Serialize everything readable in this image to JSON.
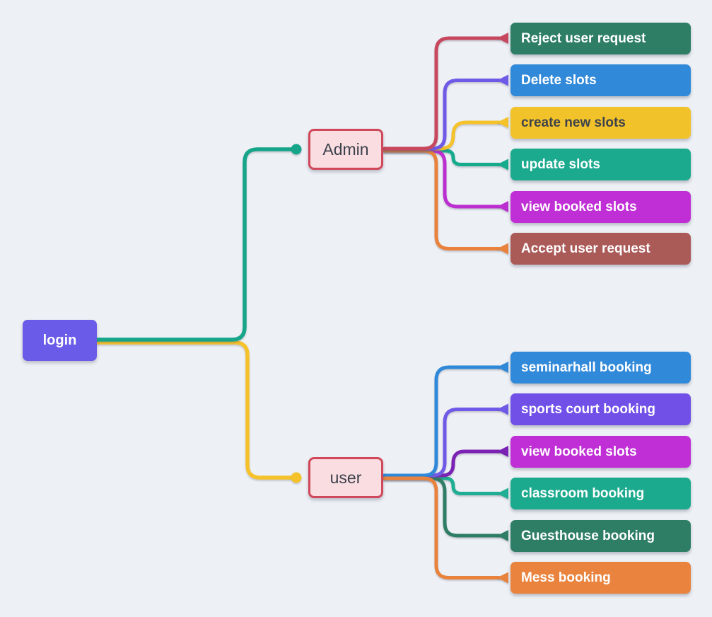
{
  "canvas": {
    "background": "#edf1f5"
  },
  "root": {
    "label": "login",
    "bg": "#6a5be8",
    "text_color": "#ffffff"
  },
  "branches": [
    {
      "label": "Admin",
      "node_bg": "#f9dde1",
      "node_border": "#d0485a",
      "node_text_color": "#3c414b",
      "trunk_color": "#17a58a",
      "children": [
        {
          "label": "Reject user request",
          "bg": "#2e7e66",
          "text_color": "#ffffff",
          "line_color": "#c7485e"
        },
        {
          "label": "Delete slots",
          "bg": "#3189d9",
          "text_color": "#ffffff",
          "line_color": "#6f5ae8"
        },
        {
          "label": "create new slots",
          "bg": "#f2c22a",
          "text_color": "#3e434b",
          "line_color": "#f5c22b"
        },
        {
          "label": "update slots",
          "bg": "#1caa8e",
          "text_color": "#ffffff",
          "line_color": "#17ab8d"
        },
        {
          "label": "view booked slots",
          "bg": "#c02ed6",
          "text_color": "#ffffff",
          "line_color": "#bb2fd0"
        },
        {
          "label": "Accept user request",
          "bg": "#aa5a57",
          "text_color": "#ffffff",
          "line_color": "#e8823c"
        }
      ]
    },
    {
      "label": "user",
      "node_bg": "#f9dde1",
      "node_border": "#d0485a",
      "node_text_color": "#3c414b",
      "trunk_color": "#f5c22b",
      "children": [
        {
          "label": "seminarhall booking",
          "bg": "#3189d9",
          "text_color": "#ffffff",
          "line_color": "#2f88d8"
        },
        {
          "label": "sports court booking",
          "bg": "#7150e8",
          "text_color": "#ffffff",
          "line_color": "#6f5ae8"
        },
        {
          "label": "view booked slots",
          "bg": "#c02ed6",
          "text_color": "#ffffff",
          "line_color": "#7b22b4"
        },
        {
          "label": "classroom booking",
          "bg": "#1caa8e",
          "text_color": "#ffffff",
          "line_color": "#1fae93"
        },
        {
          "label": "Guesthouse booking",
          "bg": "#2e7e66",
          "text_color": "#ffffff",
          "line_color": "#2e7d64"
        },
        {
          "label": "Mess booking",
          "bg": "#e9833e",
          "text_color": "#ffffff",
          "line_color": "#e8823c"
        }
      ]
    }
  ]
}
